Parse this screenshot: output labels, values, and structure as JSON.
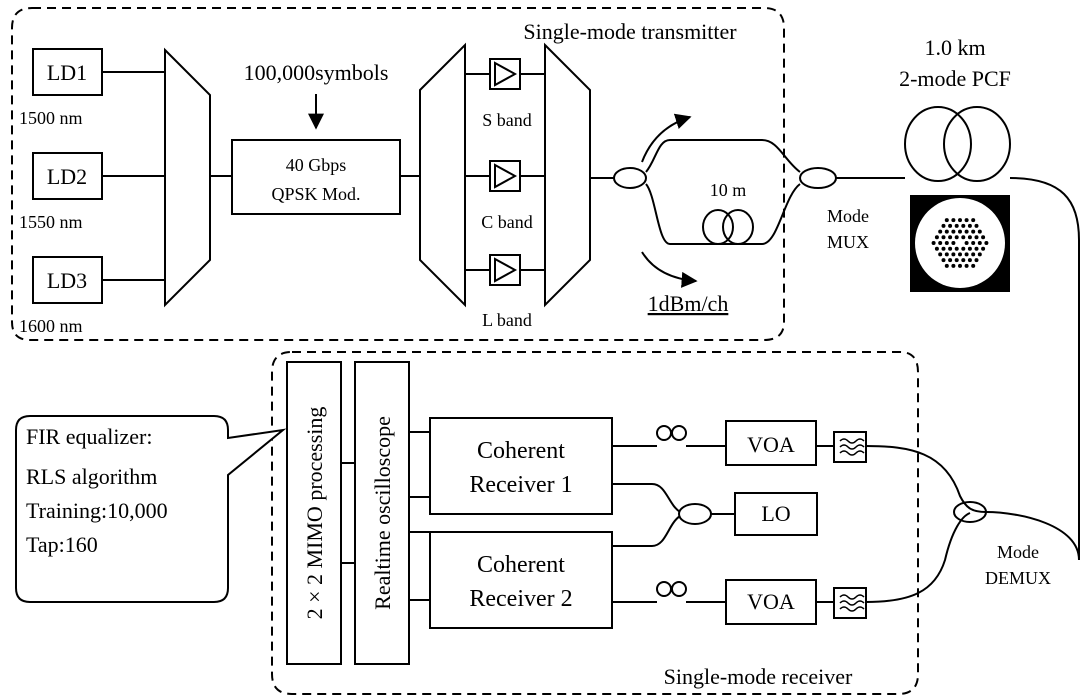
{
  "transmitter": {
    "title": "Single-mode transmitter",
    "lasers": [
      {
        "label": "LD1",
        "wavelength": "1500 nm"
      },
      {
        "label": "LD2",
        "wavelength": "1550 nm"
      },
      {
        "label": "LD3",
        "wavelength": "1600 nm"
      }
    ],
    "symbols": "100,000symbols",
    "modulator": {
      "line1": "40 Gbps",
      "line2": "QPSK Mod."
    },
    "bands": [
      "S band",
      "C band",
      "L band"
    ],
    "delay": "10 m",
    "power": "1dBm/ch"
  },
  "link": {
    "fiber_length": "1.0 km",
    "fiber_type": "2-mode PCF",
    "mux": {
      "line1": "Mode",
      "line2": "MUX"
    },
    "demux": {
      "line1": "Mode",
      "line2": "DEMUX"
    }
  },
  "receiver": {
    "title": "Single-mode receiver",
    "mimo": "2 × 2 MIMO processing",
    "scope": "Realtime oscilloscope",
    "receivers": [
      {
        "line1": "Coherent",
        "line2": "Receiver 1"
      },
      {
        "line1": "Coherent",
        "line2": "Receiver 2"
      }
    ],
    "voa": "VOA",
    "lo": "LO"
  },
  "callout": {
    "lines": [
      "FIR equalizer:",
      "RLS algorithm",
      "Training:10,000",
      "Tap:160"
    ]
  }
}
